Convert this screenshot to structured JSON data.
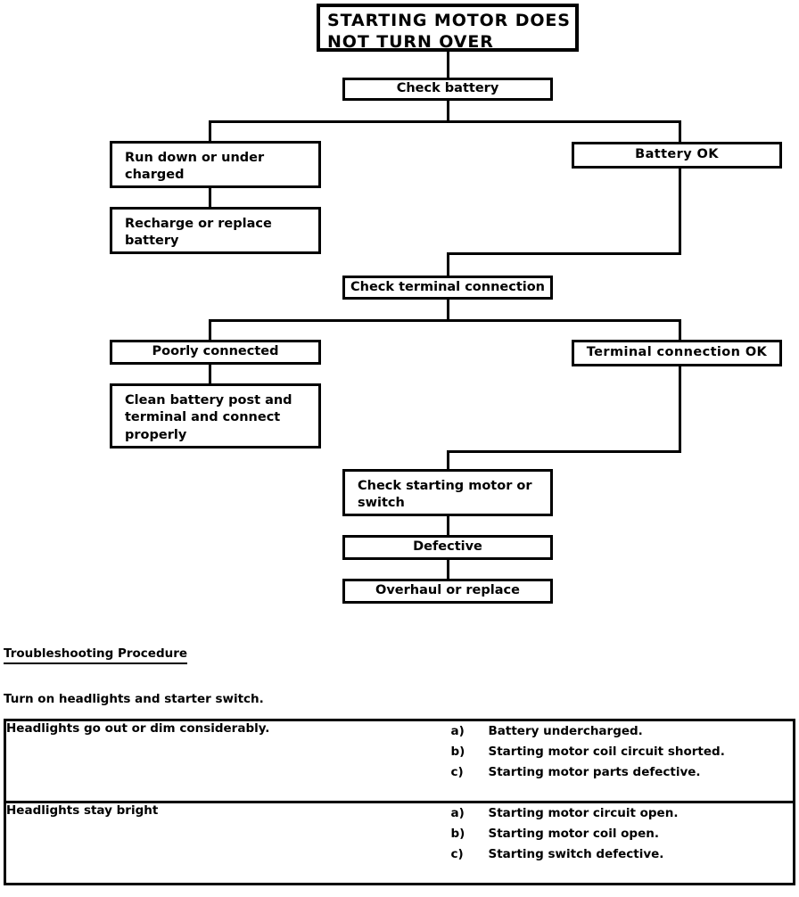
{
  "flowchart": {
    "title": "STARTING MOTOR DOES NOT TURN OVER",
    "nodes": {
      "check_battery": "Check battery",
      "run_down": "Run down or under charged",
      "recharge": "Recharge or replace battery",
      "battery_ok": "Battery    OK",
      "check_terminal": "Check terminal connection",
      "poorly_connected": "Poorly connected",
      "clean_post": "Clean battery post and terminal and connect properly",
      "terminal_ok": "Terminal connection   OK",
      "check_starting_motor": "Check starting motor or switch",
      "defective": "Defective",
      "overhaul": "Overhaul or replace"
    }
  },
  "procedure": {
    "heading": "Troubleshooting Procedure",
    "instruction": "Turn on headlights and starter switch.",
    "rows": [
      {
        "symptom": "Headlights go out or dim considerably.",
        "causes": [
          {
            "label": "a)",
            "text": "Battery undercharged."
          },
          {
            "label": "b)",
            "text": "Starting motor coil circuit shorted."
          },
          {
            "label": "c)",
            "text": "Starting motor parts defective."
          }
        ]
      },
      {
        "symptom": "Headlights stay bright",
        "causes": [
          {
            "label": "a)",
            "text": "Starting motor circuit open."
          },
          {
            "label": "b)",
            "text": "Starting motor coil open."
          },
          {
            "label": "c)",
            "text": "Starting switch defective."
          }
        ]
      }
    ]
  },
  "colors": {
    "ink": "#000000",
    "paper": "#ffffff"
  }
}
